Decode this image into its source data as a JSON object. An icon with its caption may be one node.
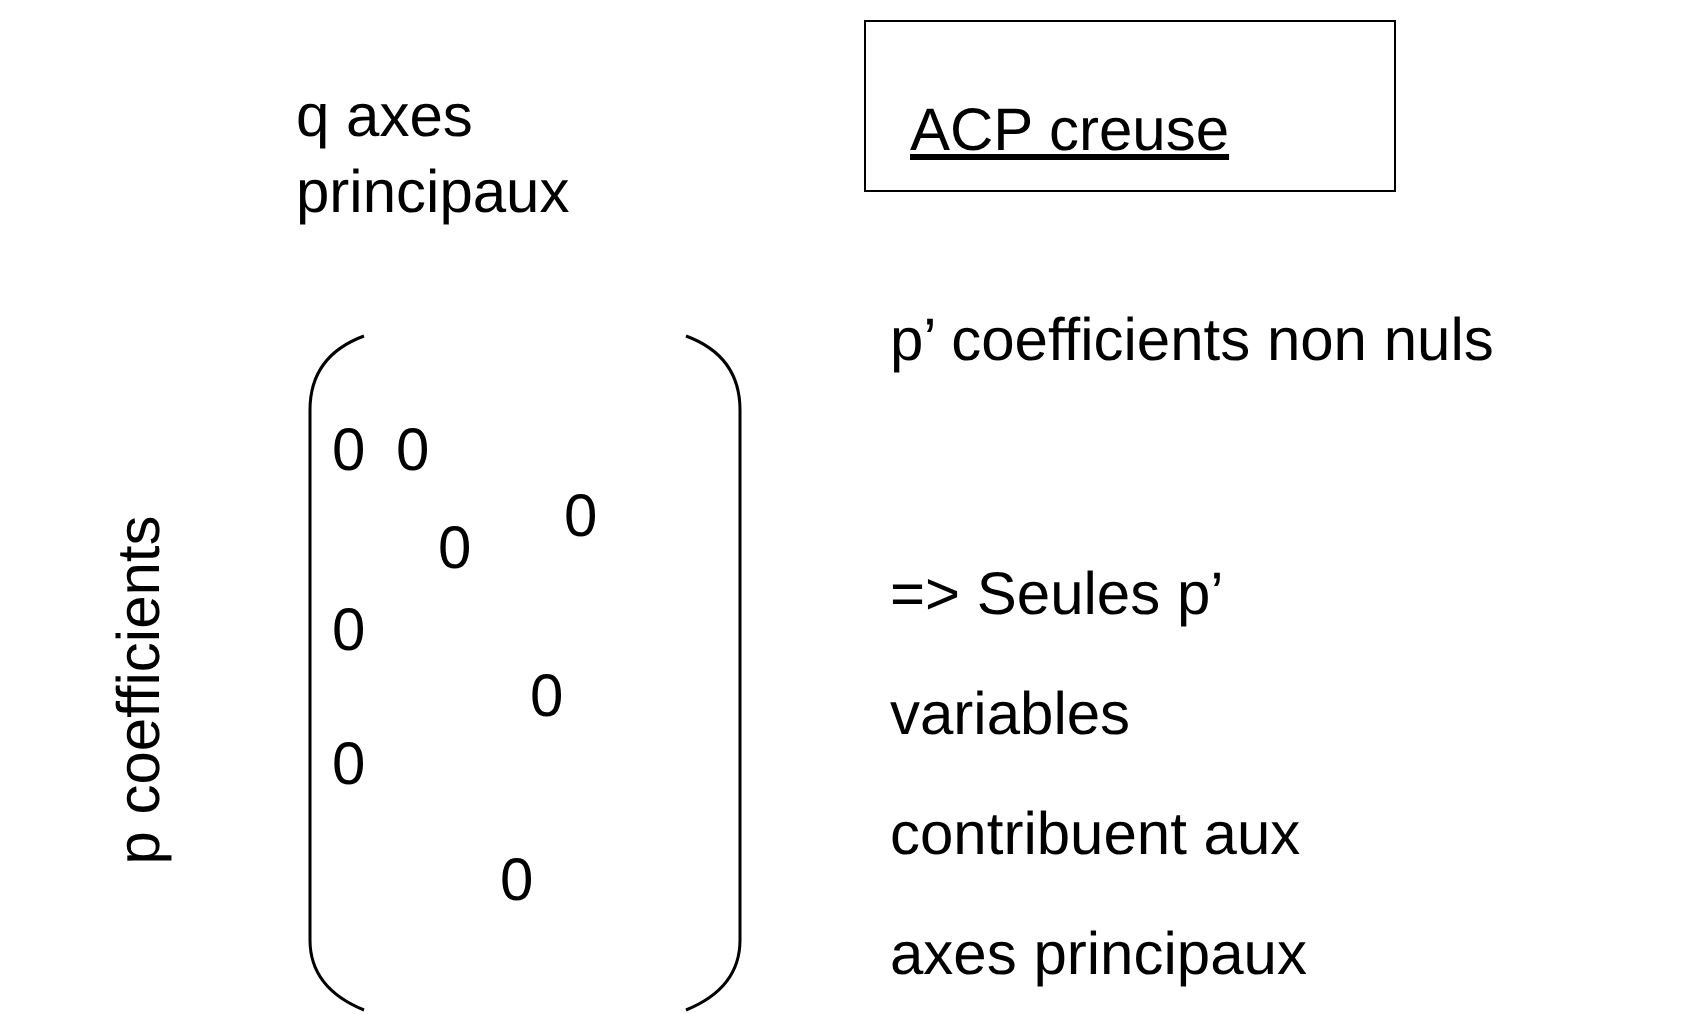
{
  "diagram": {
    "nodes": [
      {
        "text": [
          "ACP creuse"
        ]
      }
    ],
    "labels": [
      "q axes principaux",
      "p coefficients",
      "0",
      "0",
      "0",
      "0",
      "0",
      "0",
      "0",
      "0",
      "p’ coefficients non nuls",
      "=> Seules p’ variables contribuent aux axes principaux"
    ]
  }
}
